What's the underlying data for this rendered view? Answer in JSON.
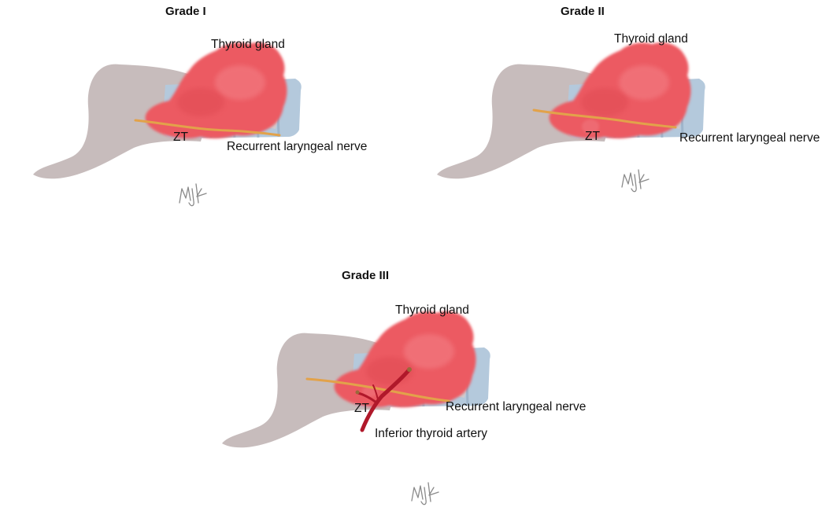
{
  "panels": [
    {
      "title": "Grade I",
      "labels": {
        "gland": "Thyroid gland",
        "zt": "ZT",
        "nerve": "Recurrent laryngeal nerve"
      },
      "signature": "MJK"
    },
    {
      "title": "Grade II",
      "labels": {
        "gland": "Thyroid gland",
        "zt": "ZT",
        "nerve": "Recurrent laryngeal nerve"
      },
      "signature": "MJK"
    },
    {
      "title": "Grade III",
      "labels": {
        "gland": "Thyroid gland",
        "zt": "ZT",
        "nerve": "Recurrent laryngeal nerve",
        "artery": "Inferior thyroid artery"
      },
      "signature": "MJK"
    }
  ],
  "colors": {
    "larynx": "#c7bcbc",
    "trachea": "#b4c9dc",
    "gland": "#ec5a62",
    "gland_highlight": "#f58a90",
    "nerve": "#e2a24a",
    "artery": "#b0182a",
    "signature": "#8a8a8a"
  }
}
